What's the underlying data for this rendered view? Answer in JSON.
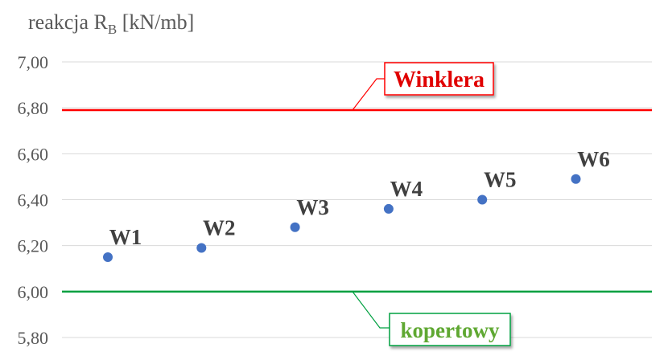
{
  "chart_data": {
    "type": "scatter",
    "ylabel": {
      "main": "reakcja R",
      "sub": "B",
      "unit": " [kN/mb]"
    },
    "ylim": [
      5.8,
      7.0
    ],
    "yticks": [
      7.0,
      6.8,
      6.6,
      6.4,
      6.2,
      6.0,
      5.8
    ],
    "ytick_labels": [
      "7,00",
      "6,80",
      "6,60",
      "6,40",
      "6,20",
      "6,00",
      "5,80"
    ],
    "grid": true,
    "points": [
      {
        "label": "W1",
        "x": 1,
        "y": 6.15
      },
      {
        "label": "W2",
        "x": 2,
        "y": 6.19
      },
      {
        "label": "W3",
        "x": 3,
        "y": 6.28
      },
      {
        "label": "W4",
        "x": 4,
        "y": 6.36
      },
      {
        "label": "W5",
        "x": 5,
        "y": 6.4
      },
      {
        "label": "W6",
        "x": 6,
        "y": 6.49
      }
    ],
    "point_color": "#4472c4",
    "reference_lines": [
      {
        "name": "Winklera",
        "y": 6.79,
        "color": "#ff0000",
        "label_color": "#e00000"
      },
      {
        "name": "kopertowy",
        "y": 6.0,
        "color": "#00a040",
        "label_color": "#5fa832"
      }
    ]
  }
}
